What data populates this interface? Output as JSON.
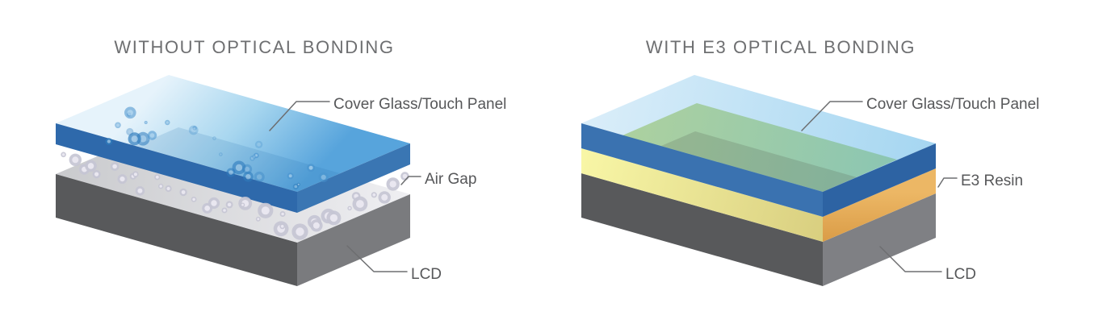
{
  "left_panel": {
    "title": "WITHOUT OPTICAL BONDING",
    "labels": {
      "cover_glass": "Cover Glass/Touch Panel",
      "air_gap": "Air Gap",
      "lcd": "LCD"
    }
  },
  "right_panel": {
    "title": "WITH E3 OPTICAL BONDING",
    "labels": {
      "cover_glass": "Cover Glass/Touch Panel",
      "e3_resin": "E3 Resin",
      "lcd": "LCD"
    }
  },
  "colors": {
    "title_text": "#6e6f71",
    "label_text": "#565759",
    "leader_line": "#6d6e70",
    "glass_blue_front": "#2e69ab",
    "glass_blue_right": "#3a76b3",
    "glass_top_light_blue": "#e4f2fb",
    "glass_top_deep_blue": "#57a4dc",
    "air_gap_bubble_lavender": "#c6c5d4",
    "air_gap_bubble_blue": "#2f7cbd",
    "lcd_front_gray": "#58595b",
    "lcd_right_gray": "#7a7b7e",
    "lcd_top_gray": "#e9e9ec",
    "resin_yellow_front": "#f7f5a5",
    "resin_orange_right": "#e2a956",
    "resin_through_glass_green": "#a0cca6"
  }
}
